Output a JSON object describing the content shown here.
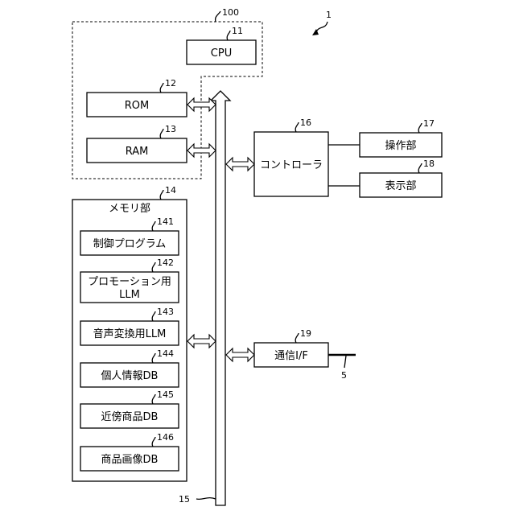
{
  "figure_ref": "1",
  "group_ref": "100",
  "bus_ref": "15",
  "network_ref": "5",
  "cpu": {
    "ref": "11",
    "label": "CPU"
  },
  "rom": {
    "ref": "12",
    "label": "ROM"
  },
  "ram": {
    "ref": "13",
    "label": "RAM"
  },
  "memory": {
    "ref": "14",
    "label": "メモリ部",
    "items": [
      {
        "ref": "141",
        "label": "制御プログラム"
      },
      {
        "ref": "142",
        "label": "プロモーション用",
        "label2": "LLM"
      },
      {
        "ref": "143",
        "label": "音声変換用LLM"
      },
      {
        "ref": "144",
        "label": "個人情報DB"
      },
      {
        "ref": "145",
        "label": "近傍商品DB"
      },
      {
        "ref": "146",
        "label": "商品画像DB"
      }
    ]
  },
  "controller": {
    "ref": "16",
    "label": "コントローラ"
  },
  "operation": {
    "ref": "17",
    "label": "操作部"
  },
  "display": {
    "ref": "18",
    "label": "表示部"
  },
  "comm": {
    "ref": "19",
    "label": "通信I/F"
  }
}
